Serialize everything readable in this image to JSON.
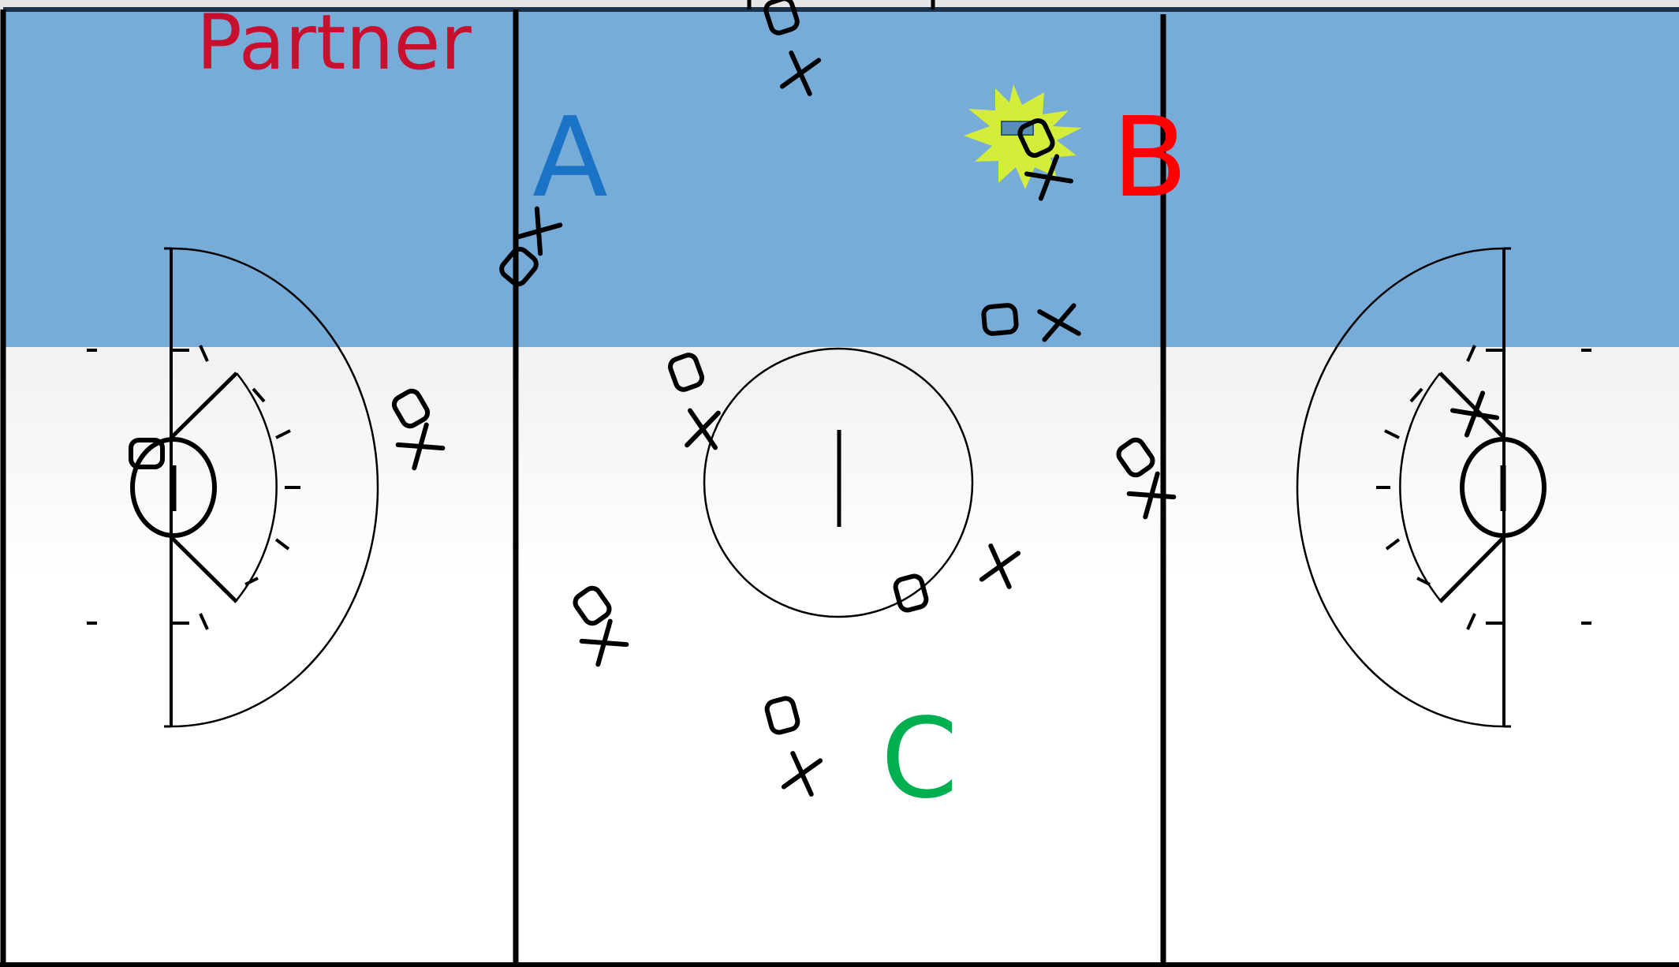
{
  "labels": {
    "partner": "Partner",
    "zone_a": "A",
    "zone_b": "B",
    "zone_c": "C"
  },
  "colors": {
    "shaded_zone": "#76acd7",
    "partner_text": "#c8102e",
    "zone_a": "#1a73c4",
    "zone_b": "#ff0000",
    "zone_c": "#00b050",
    "ball_burst": "#d4ec3a",
    "lines": "#000000",
    "background_top": "#eaeaea",
    "background_bottom": "#ffffff"
  },
  "players": {
    "offense_symbol": "O",
    "defense_symbol": "X"
  },
  "icons": {
    "ball": "starburst-ball-icon"
  }
}
